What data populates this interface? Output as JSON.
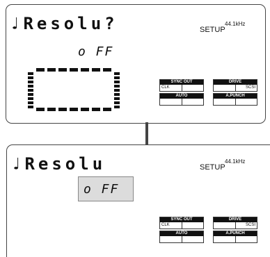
{
  "top_panel": {
    "param_text": "♩Resolu?",
    "value_text": "o  FF",
    "mode": "SETUP",
    "sample_rate": "44.1kHz",
    "buttons": {
      "sync_out": {
        "label": "SYNC OUT",
        "left": "CLK",
        "right": ""
      },
      "drive": {
        "label": "DRIVE",
        "left": "",
        "right": "SCSI"
      },
      "auto": {
        "label": "AUTO",
        "left": "",
        "right": ""
      },
      "a_punch": {
        "label": "A.PUNCH",
        "left": "",
        "right": ""
      }
    }
  },
  "bottom_panel": {
    "param_text": "♩Resolu",
    "value_text": "o  FF",
    "mode": "SETUP",
    "sample_rate": "44.1kHz",
    "buttons": {
      "sync_out": {
        "label": "SYNC OUT",
        "left": "CLK",
        "right": ""
      },
      "drive": {
        "label": "DRIVE",
        "left": "",
        "right": "SCSI"
      },
      "auto": {
        "label": "AUTO",
        "left": "",
        "right": ""
      },
      "a_punch": {
        "label": "A.PUNCH",
        "left": "",
        "right": ""
      }
    }
  },
  "colors": {
    "ink": "#111111",
    "value_highlight": "#dcdcdc"
  },
  "icons": {
    "arrow": "arrow-down-icon",
    "note": "eighth-note-icon"
  }
}
